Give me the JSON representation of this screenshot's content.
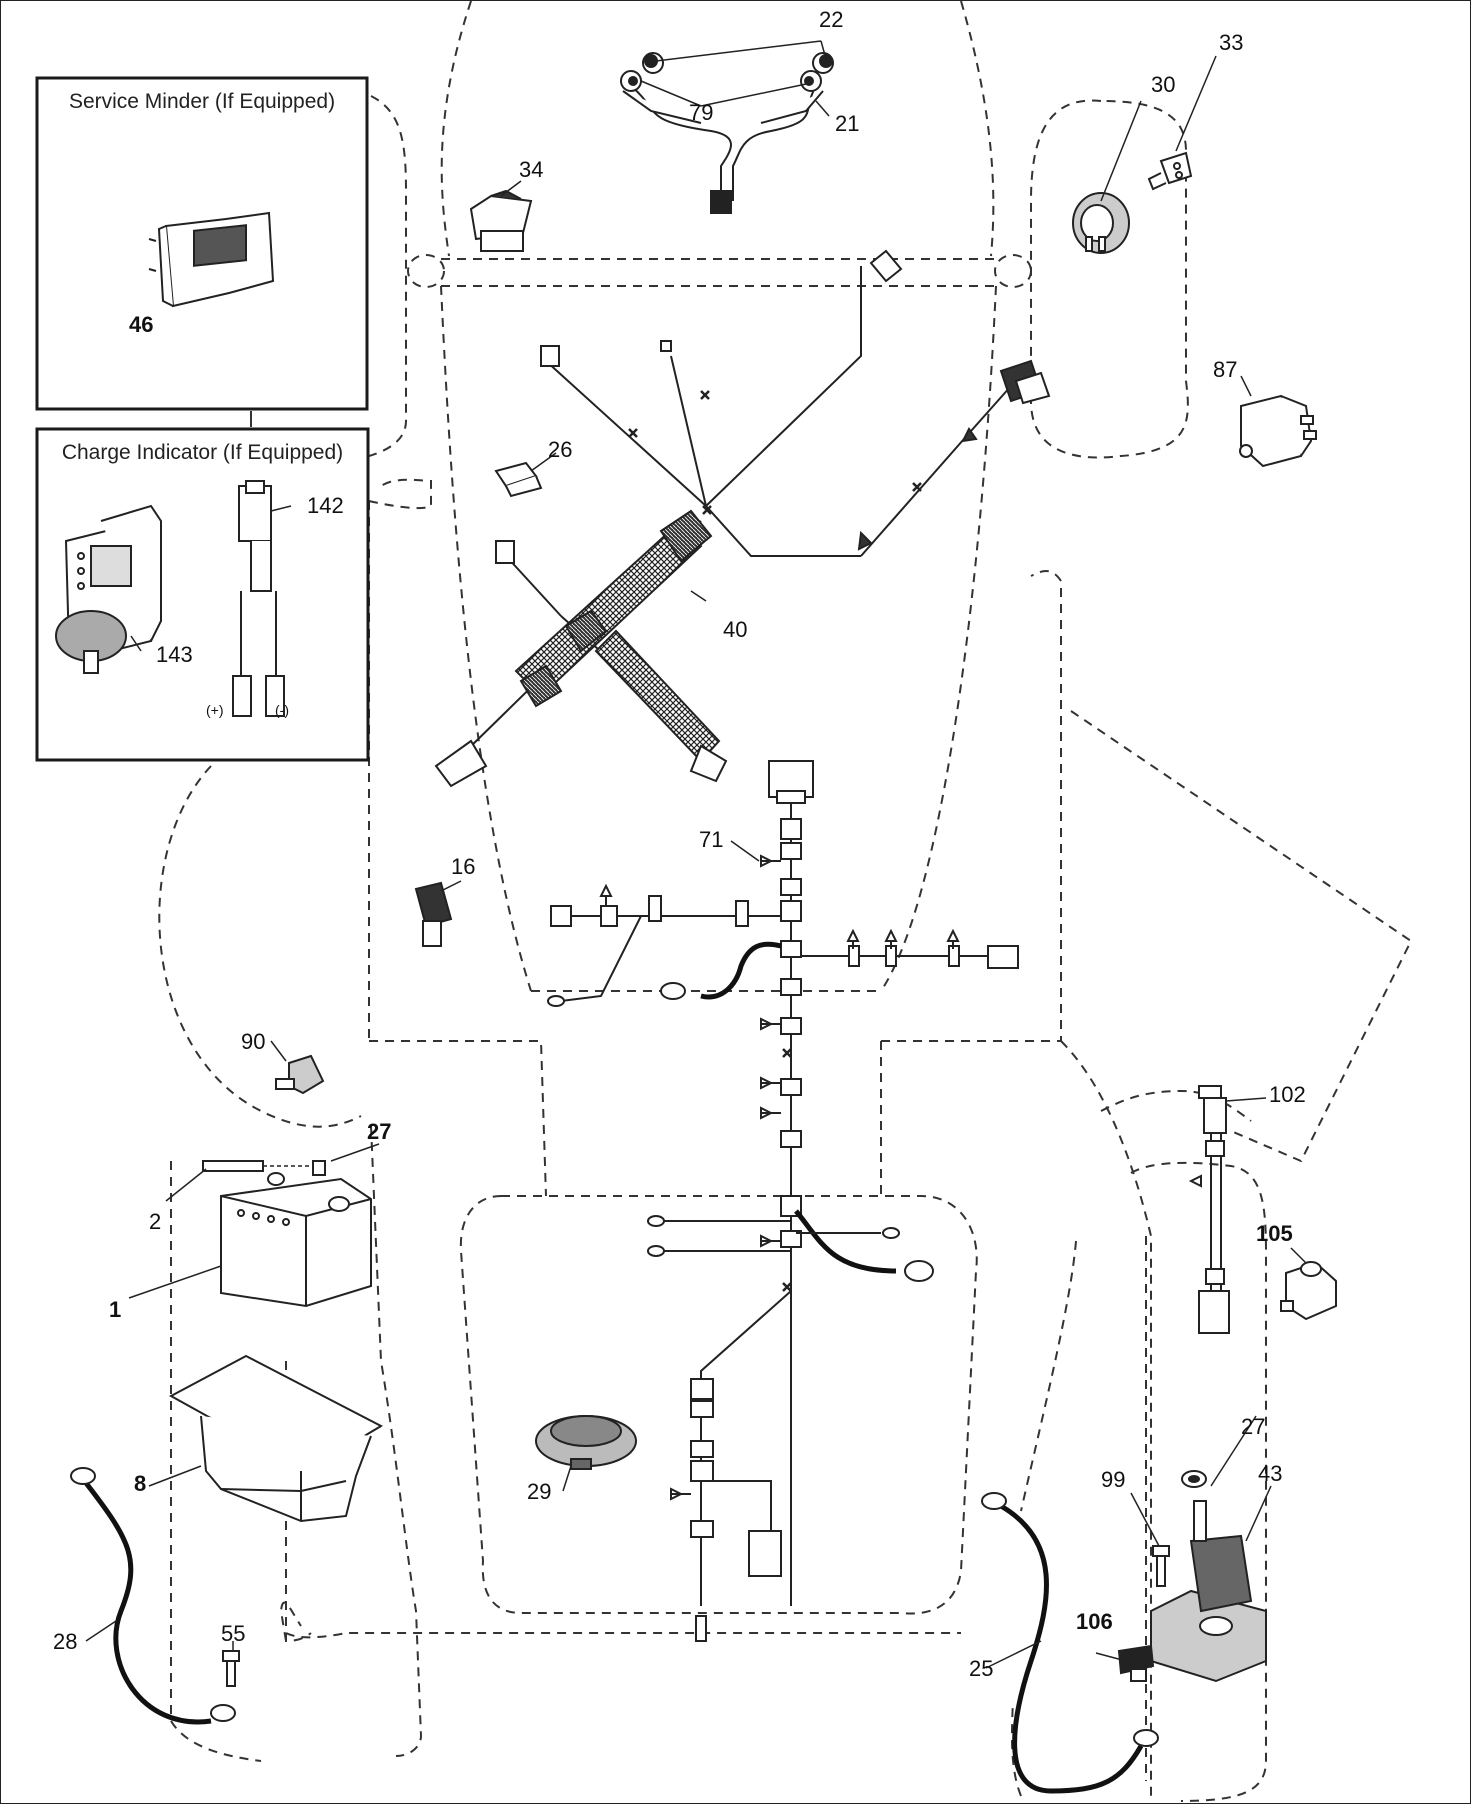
{
  "insets": {
    "service_minder": {
      "title": "Service Minder (If Equipped)"
    },
    "charge_indicator": {
      "title": "Charge Indicator (If Equipped)"
    }
  },
  "callouts": {
    "p22": "22",
    "p79": "79",
    "p21": "21",
    "p34": "34",
    "p30": "30",
    "p33": "33",
    "p46": "46",
    "p87": "87",
    "p26": "26",
    "p142": "142",
    "p143": "143",
    "plus": "(+)",
    "minus": "(-)",
    "p40": "40",
    "p71": "71",
    "p16": "16",
    "p90": "90",
    "p27a": "27",
    "p2": "2",
    "p1": "1",
    "p102": "102",
    "p105": "105",
    "p29": "29",
    "p8": "8",
    "p27b": "27",
    "p43": "43",
    "p99": "99",
    "p55": "55",
    "p28": "28",
    "p106": "106",
    "p25": "25"
  }
}
